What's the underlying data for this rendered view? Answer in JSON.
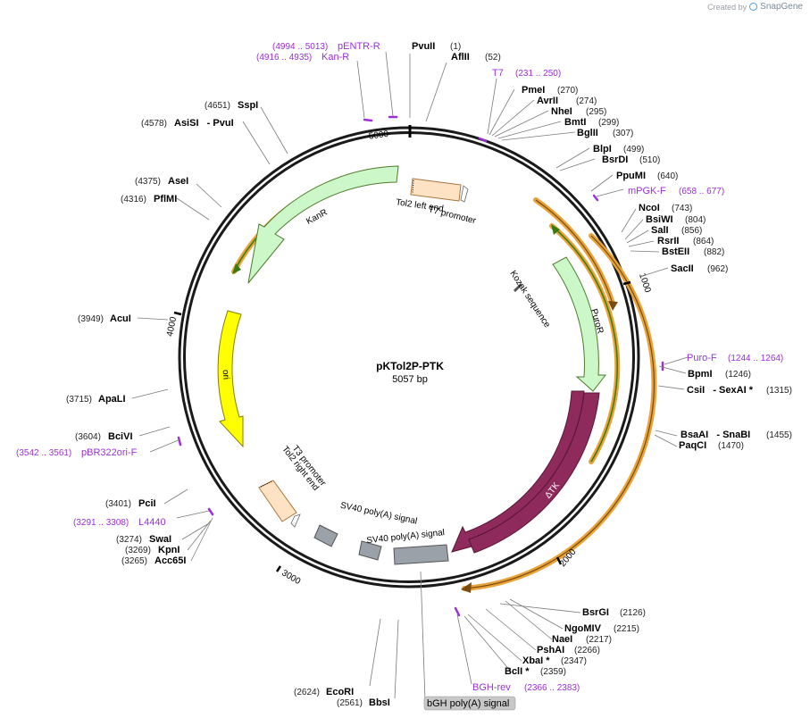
{
  "brand": {
    "created_by": "Created by",
    "app": "SnapGene"
  },
  "plasmid": {
    "name": "pKTol2P-PTK",
    "length": 5057,
    "length_label": "5057 bp"
  },
  "ticks": [
    "1000",
    "2000",
    "3000",
    "4000",
    "5000"
  ],
  "enzymes": [
    {
      "name": "PvuII",
      "pos": "(1)"
    },
    {
      "name": "AflII",
      "pos": "(52)"
    },
    {
      "name": "PmeI",
      "pos": "(270)"
    },
    {
      "name": "AvrII",
      "pos": "(274)"
    },
    {
      "name": "NheI",
      "pos": "(295)"
    },
    {
      "name": "BmtI",
      "pos": "(299)"
    },
    {
      "name": "BglII",
      "pos": "(307)"
    },
    {
      "name": "BlpI",
      "pos": "(499)"
    },
    {
      "name": "BsrDI",
      "pos": "(510)"
    },
    {
      "name": "PpuMI",
      "pos": "(640)"
    },
    {
      "name": "NcoI",
      "pos": "(743)"
    },
    {
      "name": "BsiWI",
      "pos": "(804)"
    },
    {
      "name": "SalI",
      "pos": "(856)"
    },
    {
      "name": "RsrII",
      "pos": "(864)"
    },
    {
      "name": "BstEII",
      "pos": "(882)"
    },
    {
      "name": "SacII",
      "pos": "(962)"
    },
    {
      "name": "BpmI",
      "pos": "(1246)"
    },
    {
      "name": "CsiI   - SexAI *",
      "pos": "(1315)"
    },
    {
      "name": "BsaAI   - SnaBI",
      "pos": "(1455)"
    },
    {
      "name": "PaqCI",
      "pos": "(1470)"
    },
    {
      "name": "BsrGI",
      "pos": "(2126)"
    },
    {
      "name": "NgoMIV",
      "pos": "(2215)"
    },
    {
      "name": "NaeI",
      "pos": "(2217)"
    },
    {
      "name": "PshAI",
      "pos": "(2266)"
    },
    {
      "name": "XbaI *",
      "pos": "(2347)"
    },
    {
      "name": "BclI *",
      "pos": "(2359)"
    },
    {
      "name": "EcoRI",
      "pos": "(2624)"
    },
    {
      "name": "BbsI",
      "pos": "(2561)"
    },
    {
      "name": "Acc65I",
      "pos": "(3265)"
    },
    {
      "name": "KpnI",
      "pos": "(3269)"
    },
    {
      "name": "SwaI",
      "pos": "(3274)"
    },
    {
      "name": "PciI",
      "pos": "(3401)"
    },
    {
      "name": "BciVI",
      "pos": "(3604)"
    },
    {
      "name": "ApaLI",
      "pos": "(3715)"
    },
    {
      "name": "AcuI",
      "pos": "(3949)"
    },
    {
      "name": "PflMI",
      "pos": "(4316)"
    },
    {
      "name": "AseI",
      "pos": "(4375)"
    },
    {
      "name": "AsiSI   - PvuI",
      "pos": "(4578)"
    },
    {
      "name": "SspI",
      "pos": "(4651)"
    }
  ],
  "primers": [
    {
      "name": "pENTR-R",
      "pos": "(4994 .. 5013)"
    },
    {
      "name": "Kan-R",
      "pos": "(4916 .. 4935)"
    },
    {
      "name": "T7",
      "pos": "(231 .. 250)"
    },
    {
      "name": "mPGK-F",
      "pos": "(658 .. 677)"
    },
    {
      "name": "Puro-F",
      "pos": "(1244 .. 1264)"
    },
    {
      "name": "BGH-rev",
      "pos": "(2366 .. 2383)"
    },
    {
      "name": "L4440",
      "pos": "(3291 .. 3308)"
    },
    {
      "name": "pBR322ori-F",
      "pos": "(3542 .. 3561)"
    }
  ],
  "features": {
    "kanr": "KanR",
    "ori": "ori",
    "puror": "PuroR",
    "dtk": "ΔTK",
    "tol2_left": "Tol2 left end",
    "t7_promoter": "T7 promoter",
    "kozak": "Kozak sequence",
    "t3_promoter": "T3 promoter",
    "tol2_right": "Tol2 right end",
    "sv40_a": "SV40 poly(A) signal",
    "sv40_b": "SV40 poly(A) signal",
    "bgh": "bGH poly(A) signal"
  },
  "colors": {
    "kanr_fill": "#ccf7c8",
    "kanr_edge": "#4f7a2c",
    "ori_fill": "#ffff00",
    "ori_edge": "#b2a200",
    "puro_fill": "#ccf7c8",
    "dtk_fill": "#8f2a5c",
    "tol2_fill": "#fde2c4",
    "polyA_fill": "#9aa1a8",
    "orf_stroke": "#e8a33a",
    "orf_green": "#3a7a10",
    "primer": "#9b30d9"
  }
}
